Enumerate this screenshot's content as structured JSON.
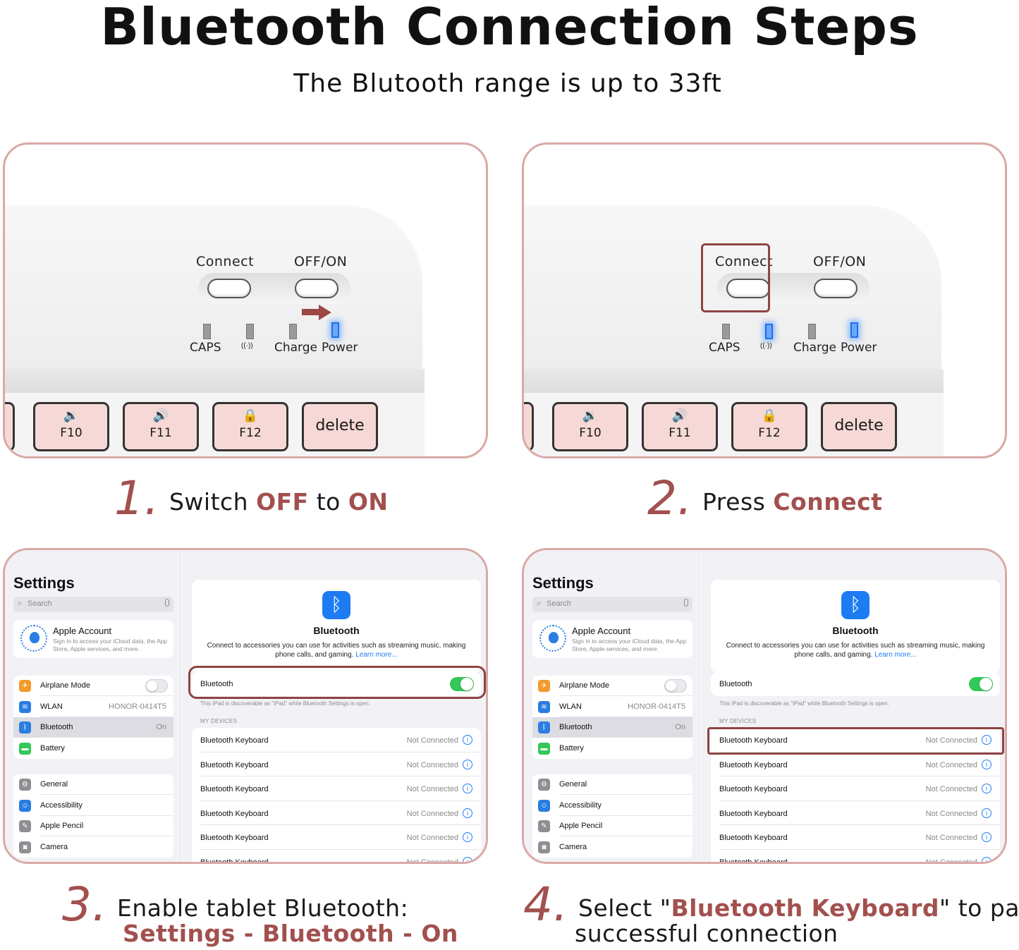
{
  "header": {
    "title": "Bluetooth Connection Steps",
    "subtitle": "The Blutooth range is up to 33ft"
  },
  "keyboard": {
    "connect_label": "Connect",
    "offon_label": "OFF/ON",
    "leds": [
      "CAPS",
      "Charge",
      "Power"
    ],
    "keys": [
      {
        "icon": "volume-down-icon",
        "glyph": "🔉",
        "label": "F10"
      },
      {
        "icon": "volume-up-icon",
        "glyph": "🔊",
        "label": "F11"
      },
      {
        "icon": "lock-icon",
        "glyph": "🔒",
        "label": "F12"
      },
      {
        "label": "delete"
      }
    ]
  },
  "steps": [
    {
      "num": "1.",
      "text_a": "Switch ",
      "acc_a": "OFF",
      "text_b": " to ",
      "acc_b": "ON"
    },
    {
      "num": "2.",
      "text_a": "Press ",
      "acc_a": "Connect"
    },
    {
      "num": "3.",
      "line1": "Enable tablet Bluetooth:",
      "line2": "Settings - Bluetooth - On"
    },
    {
      "num": "4.",
      "text_a": "Select \"",
      "acc_a": "Bluetooth Keyboard",
      "text_b": "\" to pair,",
      "line2": "successful connection"
    }
  ],
  "settings": {
    "title": "Settings",
    "search_placeholder": "Search",
    "account_name": "Apple Account",
    "account_desc": "Sign in to access your iCloud data, the App Store, Apple services, and more.",
    "group1": [
      {
        "label": "Airplane Mode",
        "color": "#f39a2b",
        "icon": "airplane-icon"
      },
      {
        "label": "WLAN",
        "value": "HONOR-0414T5",
        "color": "#2a7de1",
        "icon": "wifi-icon"
      },
      {
        "label": "Bluetooth",
        "value": "On",
        "color": "#2a7de1",
        "icon": "bluetooth-icon"
      },
      {
        "label": "Battery",
        "color": "#34c759",
        "icon": "battery-icon"
      }
    ],
    "group2": [
      {
        "label": "General",
        "color": "#8e8e93",
        "icon": "gear-icon"
      },
      {
        "label": "Accessibility",
        "color": "#2a7de1",
        "icon": "accessibility-icon"
      },
      {
        "label": "Apple Pencil",
        "color": "#8e8e93",
        "icon": "pencil-icon"
      },
      {
        "label": "Camera",
        "color": "#8e8e93",
        "icon": "camera-icon"
      }
    ],
    "bt_title": "Bluetooth",
    "bt_desc": "Connect to accessories you can use for activities such as streaming music, making phone calls, and gaming.",
    "bt_link": "Learn more...",
    "bt_toggle_label": "Bluetooth",
    "bt_note": "This iPad is discoverable as \"iPad\" while Bluetooth Settings is open.",
    "my_devices": "MY DEVICES",
    "device_name": "Bluetooth Keyboard",
    "device_status": "Not Connected"
  },
  "colors": {
    "accent": "#a2504e",
    "panel_border": "#d9a9a6",
    "key_fill": "#f6d9d6",
    "led_blue": "#1f6fe6",
    "toggle_on": "#34c759"
  }
}
